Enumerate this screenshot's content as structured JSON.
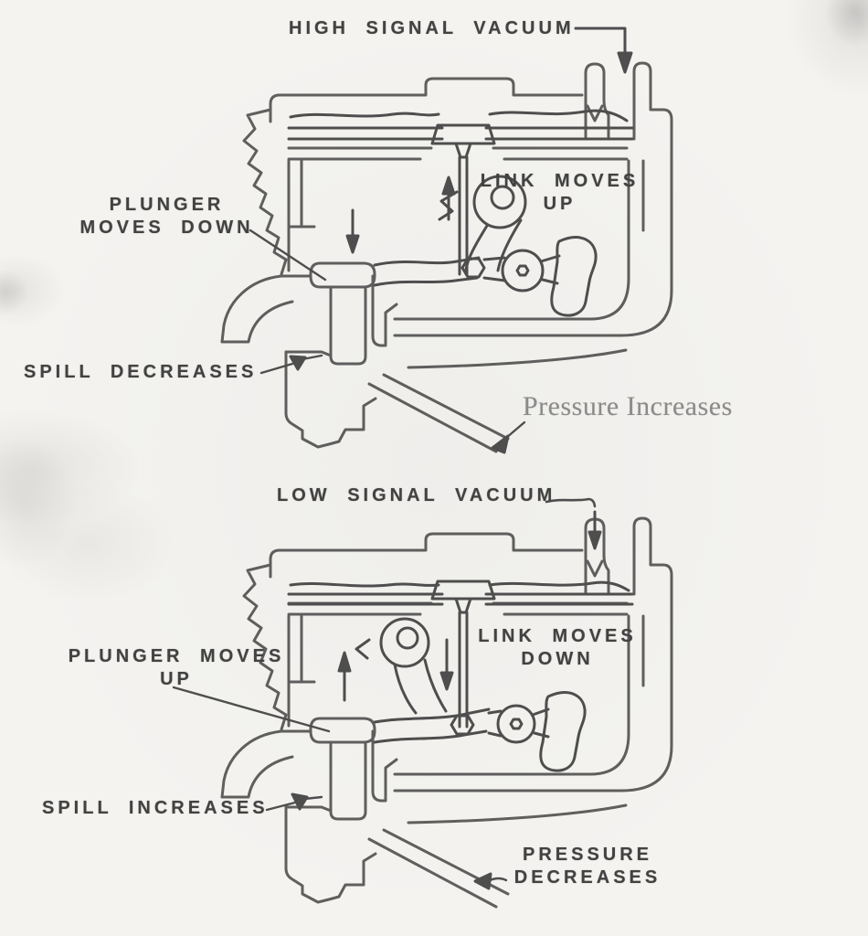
{
  "figure": {
    "description": "Scanned technical diagram of a diaphragm-operated fuel pump governor shown in two states",
    "background_color": "#f4f3f0",
    "line_color": "#3d3d3d",
    "label_color": "#424242",
    "serif_label_color": "#8b8b8b"
  },
  "top_diagram": {
    "state": "high-signal-vacuum",
    "labels": {
      "signal": "HIGH SIGNAL VACUUM",
      "link_line1": "LINK MOVES",
      "link_line2": "UP",
      "plunger_line1": "PLUNGER",
      "plunger_line2": "MOVES DOWN",
      "spill": "SPILL DECREASES",
      "pressure": "Pressure Increases"
    },
    "arrows": {
      "vacuum_inlet": "down",
      "link": "up",
      "plunger": "down",
      "spill_pointer": "right",
      "pressure_outlet": "down-left"
    }
  },
  "bottom_diagram": {
    "state": "low-signal-vacuum",
    "labels": {
      "signal": "LOW SIGNAL VACUUM",
      "link_line1": "LINK MOVES",
      "link_line2": "DOWN",
      "plunger_line1": "PLUNGER MOVES",
      "plunger_line2": "UP",
      "spill": "SPILL INCREASES",
      "pressure_line1": "PRESSURE",
      "pressure_line2": "DECREASES"
    },
    "arrows": {
      "vacuum_inlet": "down",
      "link": "down",
      "plunger": "up",
      "spill_pointer": "right",
      "pressure_outlet": "left"
    }
  }
}
